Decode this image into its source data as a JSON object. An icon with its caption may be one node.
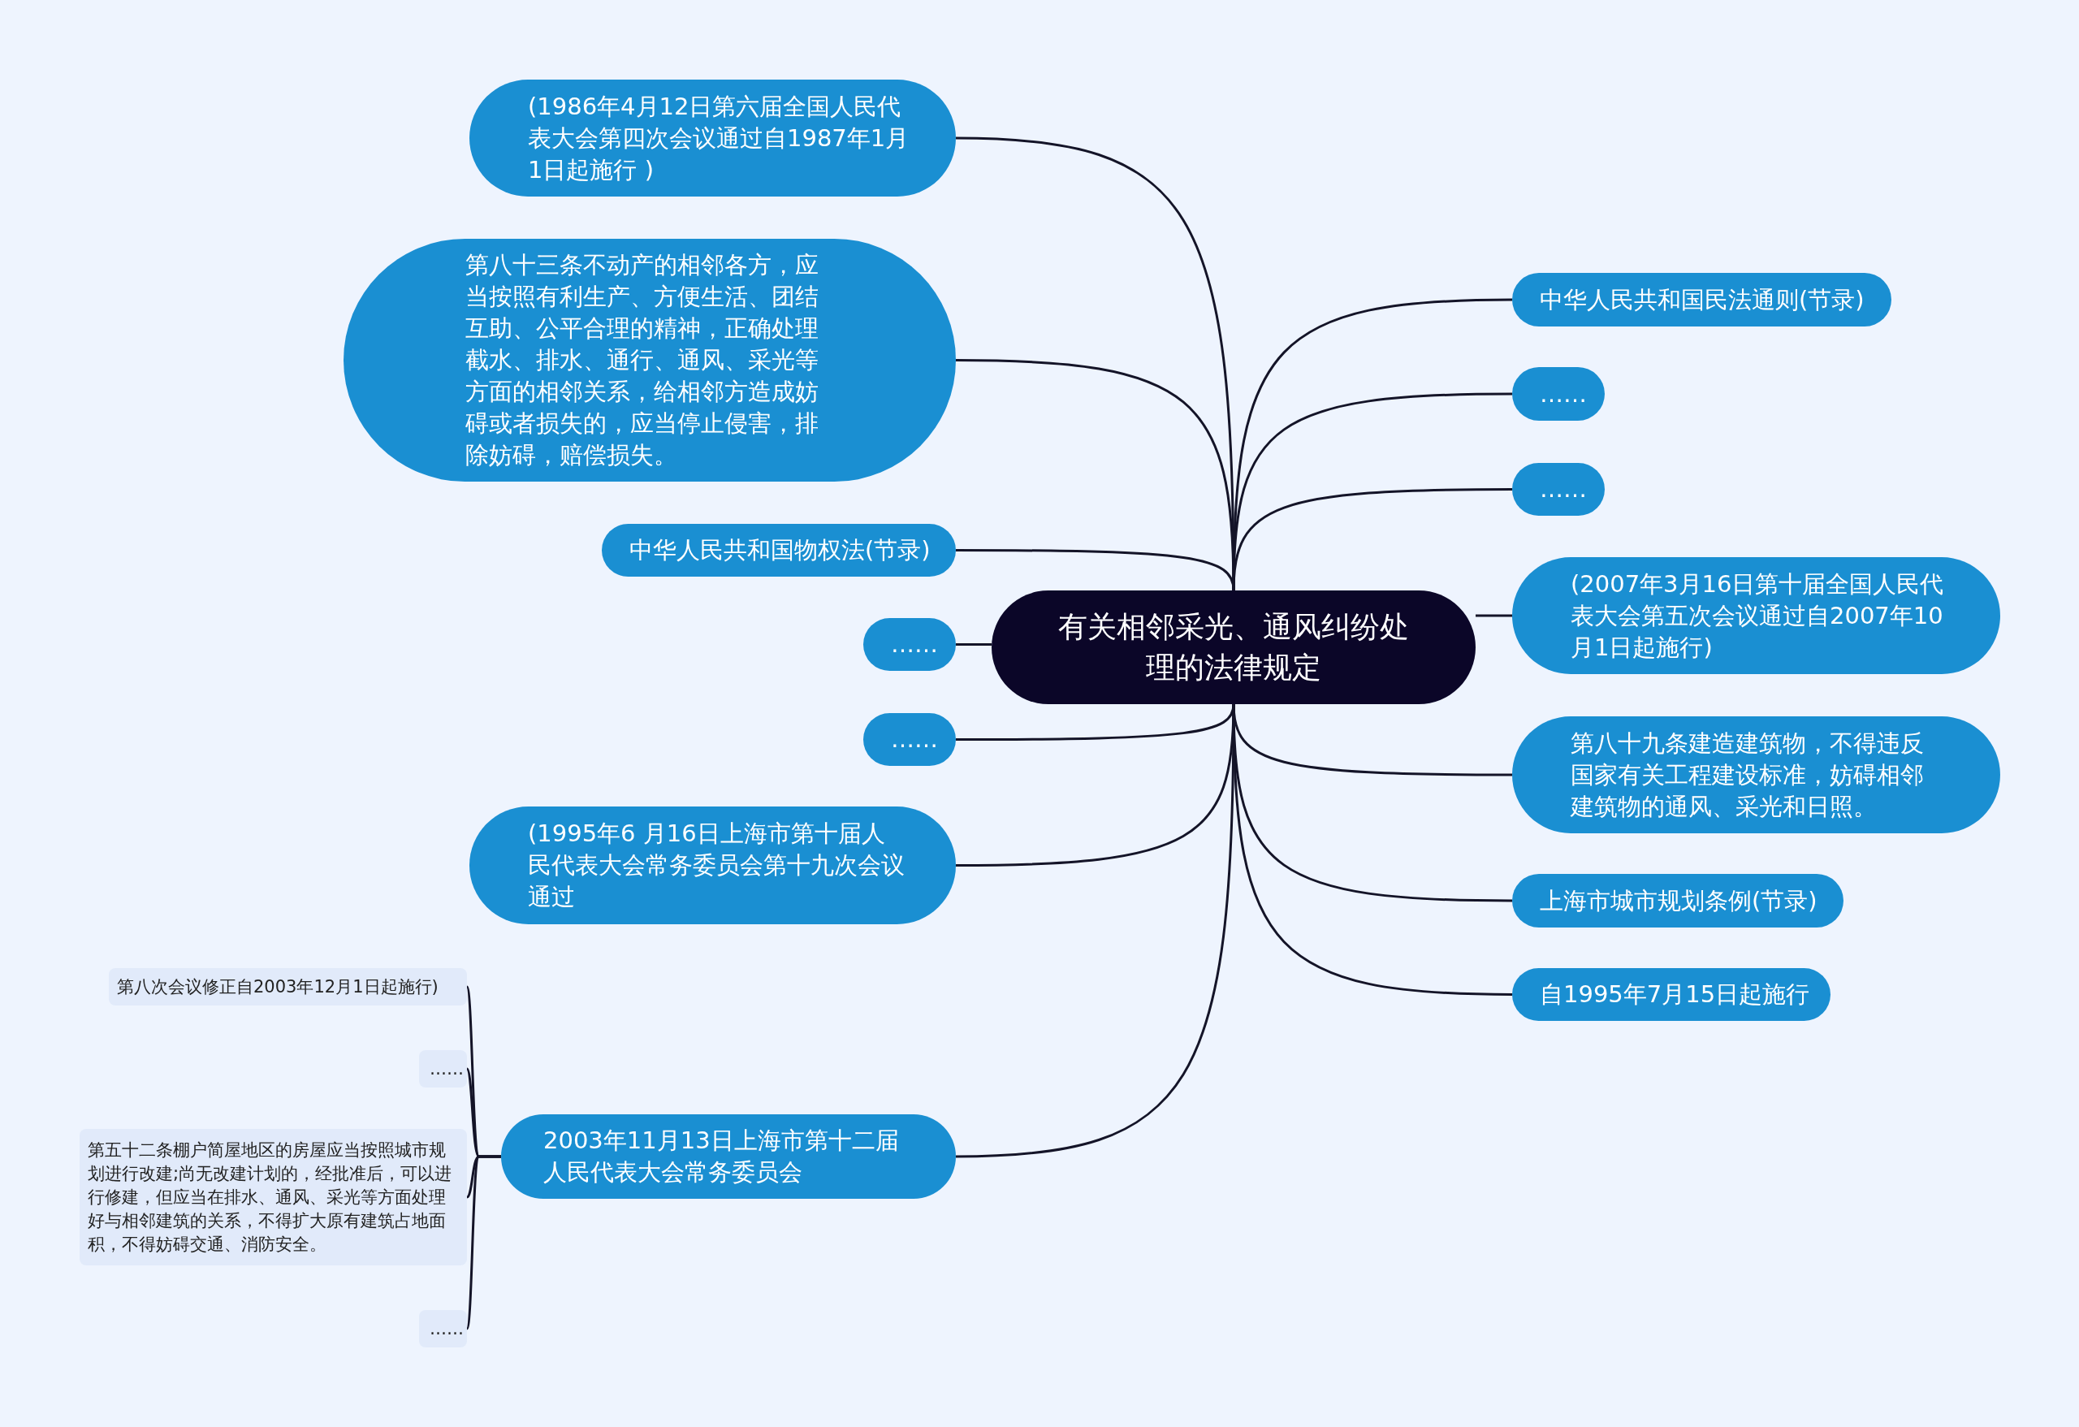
{
  "diagram": {
    "nodes": [
      {
        "text": [
          "有关相邻采光、通风纠纷处理的法律规定"
        ]
      },
      {
        "text": [
          "(1986年4月12日第六届全国人民代表大会第四次会议通过自1987年1月1日起施行 )"
        ]
      },
      {
        "text": [
          "第八十三条不动产的相邻各方，应当按照有利生产、方便生活、团结互助、公平合理的精神，正确处理截水、排水、通行、通风、采光等方面的相邻关系，给相邻方造成妨碍或者损失的，应当停止侵害，排除妨碍，赔偿损失。"
        ]
      },
      {
        "text": [
          "中华人民共和国物权法(节录)"
        ]
      },
      {
        "text": [
          "……"
        ]
      },
      {
        "text": [
          "……"
        ]
      },
      {
        "text": [
          "(1995年6 月16日上海市第十届人民代表大会常务委员会第十九次会议通过"
        ]
      },
      {
        "text": [
          "2003年11月13日上海市第十二届人民代表大会常务委员会"
        ]
      },
      {
        "text": [
          "第八次会议修正自2003年12月1日起施行)"
        ]
      },
      {
        "text": [
          "……"
        ]
      },
      {
        "text": [
          "第五十二条棚户简屋地区的房屋应当按照城市规划进行改建;尚无改建计划的，经批准后，可以进行修建，但应当在排水、通风、采光等方面处理好与相邻建筑的关系，不得扩大原有建筑占地面积，不得妨碍交通、消防安全。"
        ]
      },
      {
        "text": [
          "……"
        ]
      },
      {
        "text": [
          "中华人民共和国民法通则(节录)"
        ]
      },
      {
        "text": [
          "……"
        ]
      },
      {
        "text": [
          "……"
        ]
      },
      {
        "text": [
          "(2007年3月16日第十届全国人民代表大会第五次会议通过自2007年10月1日起施行)"
        ]
      },
      {
        "text": [
          "第八十九条建造建筑物，不得违反国家有关工程建设标准，妨碍相邻建筑物的通风、采光和日照。"
        ]
      },
      {
        "text": [
          "上海市城市规划条例(节录)"
        ]
      },
      {
        "text": [
          "自1995年7月15日起施行"
        ]
      }
    ],
    "edges": [
      {
        "from": 0,
        "to": 1,
        "arrow": "none"
      },
      {
        "from": 0,
        "to": 2,
        "arrow": "none"
      },
      {
        "from": 0,
        "to": 3,
        "arrow": "none"
      },
      {
        "from": 0,
        "to": 4,
        "arrow": "none"
      },
      {
        "from": 0,
        "to": 5,
        "arrow": "none"
      },
      {
        "from": 0,
        "to": 6,
        "arrow": "none"
      },
      {
        "from": 0,
        "to": 7,
        "arrow": "none"
      },
      {
        "from": 7,
        "to": 8,
        "arrow": "none"
      },
      {
        "from": 7,
        "to": 9,
        "arrow": "none"
      },
      {
        "from": 7,
        "to": 10,
        "arrow": "none"
      },
      {
        "from": 7,
        "to": 11,
        "arrow": "none"
      },
      {
        "from": 0,
        "to": 12,
        "arrow": "none"
      },
      {
        "from": 0,
        "to": 13,
        "arrow": "none"
      },
      {
        "from": 0,
        "to": 14,
        "arrow": "none"
      },
      {
        "from": 0,
        "to": 15,
        "arrow": "none"
      },
      {
        "from": 0,
        "to": 16,
        "arrow": "none"
      },
      {
        "from": 0,
        "to": 17,
        "arrow": "none"
      },
      {
        "from": 0,
        "to": 18,
        "arrow": "none"
      }
    ]
  }
}
